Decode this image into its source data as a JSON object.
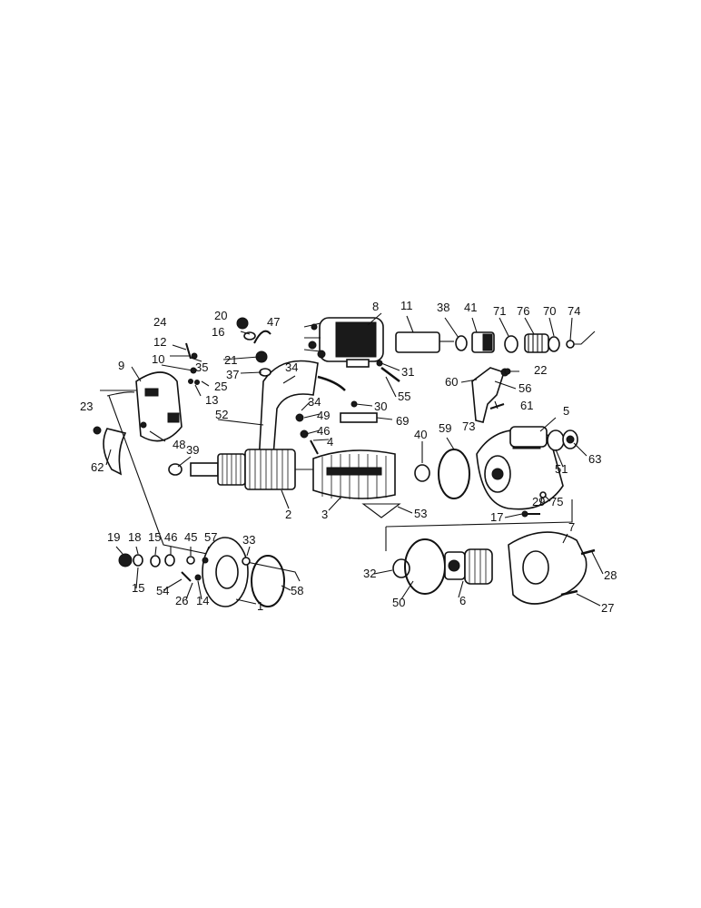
{
  "diagram": {
    "part_numbers": [
      "1",
      "2",
      "3",
      "4",
      "5",
      "6",
      "7",
      "8",
      "9",
      "10",
      "11",
      "12",
      "13",
      "14",
      "15",
      "15",
      "16",
      "17",
      "18",
      "19",
      "20",
      "21",
      "22",
      "23",
      "24",
      "25",
      "26",
      "27",
      "28",
      "29",
      "30",
      "31",
      "32",
      "33",
      "34",
      "34",
      "35",
      "37",
      "38",
      "39",
      "40",
      "41",
      "45",
      "46",
      "46",
      "47",
      "48",
      "48",
      "49",
      "50",
      "51",
      "52",
      "53",
      "54",
      "55",
      "56",
      "57",
      "58",
      "59",
      "60",
      "61",
      "62",
      "63",
      "69",
      "70",
      "71",
      "73",
      "74",
      "75",
      "76"
    ]
  }
}
